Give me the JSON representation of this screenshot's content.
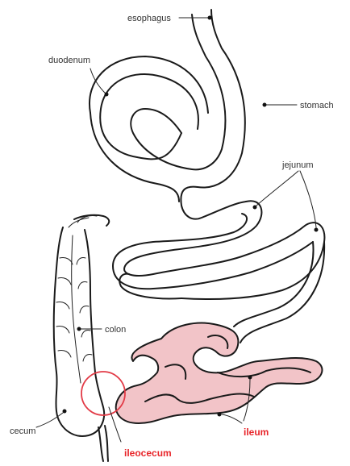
{
  "labels": {
    "esophagus": "esophagus",
    "duodenum": "duodenum",
    "stomach": "stomach",
    "jejunum": "jejunum",
    "colon": "colon",
    "cecum": "cecum",
    "ileum": "ileum",
    "ileocecum": "ileocecum"
  },
  "colors": {
    "highlight_text": "#e8252a",
    "ileum_fill": "#f2c4c8",
    "circle": "#e23a46"
  }
}
